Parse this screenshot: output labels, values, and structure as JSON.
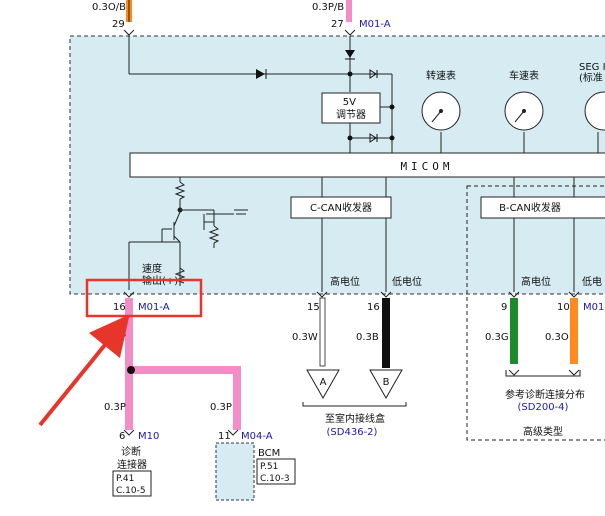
{
  "top": {
    "wire_left": "0.3O/B",
    "pin_left": "29",
    "wire_right": "0.3P/B",
    "pin_right": "27",
    "conn_right": "M01-A"
  },
  "module": {
    "regulator": "5V\n调节器",
    "micom": "MICOM",
    "gauge1": "转速表",
    "gauge2": "车速表",
    "gauge3": "SEG I\n(标准"
  },
  "ccan": {
    "label": "C-CAN收发器",
    "high": "高电位",
    "low": "低电位",
    "pin_high": "15",
    "pin_low": "16",
    "wire_high": "0.3W",
    "wire_low": "0.3B",
    "node_a": "A",
    "node_b": "B",
    "dest": "至室内接线盒",
    "dest_ref": "(SD436-2)"
  },
  "bcan": {
    "label": "B-CAN收发器",
    "high": "高电位",
    "low": "低电",
    "pin_high": "9",
    "pin_low": "10",
    "conn_low": "M01-",
    "wire_high": "0.3G",
    "wire_low": "0.3O",
    "dest": "参考诊断连接分布",
    "dest_ref": "(SD200-4)",
    "variant": "高级类型"
  },
  "speed": {
    "label": "速度\n输出(+)",
    "pin": "16",
    "conn": "M01-A",
    "wire": "0.3P"
  },
  "diag": {
    "wire": "0.3P",
    "pin": "6",
    "conn": "M10",
    "name": "诊断\n连接器",
    "ref1": "P.41",
    "ref2": "C.10-5"
  },
  "bcm": {
    "wire": "0.3P",
    "pin": "11",
    "conn": "M04-A",
    "name": "BCM",
    "ref1": "P.51",
    "ref2": "C.10-3"
  },
  "colors": {
    "module_fill": "#d6ecf2",
    "pink": "#f48cc8",
    "orange": "#ff8a1e",
    "green": "#1e8a2e",
    "highlight": "#e8352a"
  }
}
